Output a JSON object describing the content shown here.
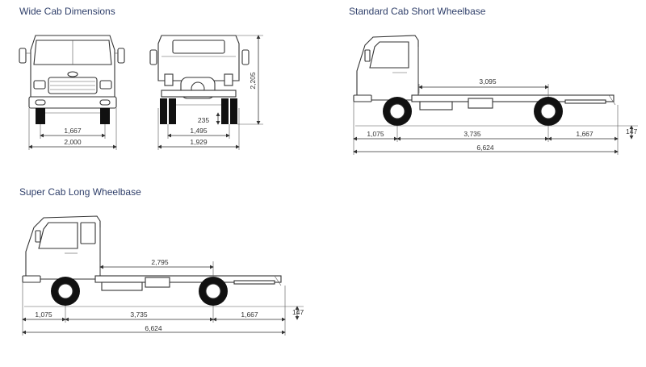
{
  "sections": {
    "wide_cab": {
      "title": "Wide Cab Dimensions",
      "front_track": "1,667",
      "front_width": "2,000",
      "rear_track": "1,495",
      "rear_width": "1,929",
      "rear_ground_clearance": "235",
      "height": "2,205"
    },
    "standard_cab": {
      "title": "Standard Cab Short Wheelbase",
      "cab_to_axle": "3,095",
      "front_overhang": "1,075",
      "wheelbase": "3,735",
      "rear_overhang": "1,667",
      "frame_height": "147",
      "overall_length": "6,624"
    },
    "super_cab": {
      "title": "Super Cab Long Wheelbase",
      "cab_to_axle": "2,795",
      "front_overhang": "1,075",
      "wheelbase": "3,735",
      "rear_overhang": "1,667",
      "frame_height": "147",
      "overall_length": "6,624"
    }
  }
}
